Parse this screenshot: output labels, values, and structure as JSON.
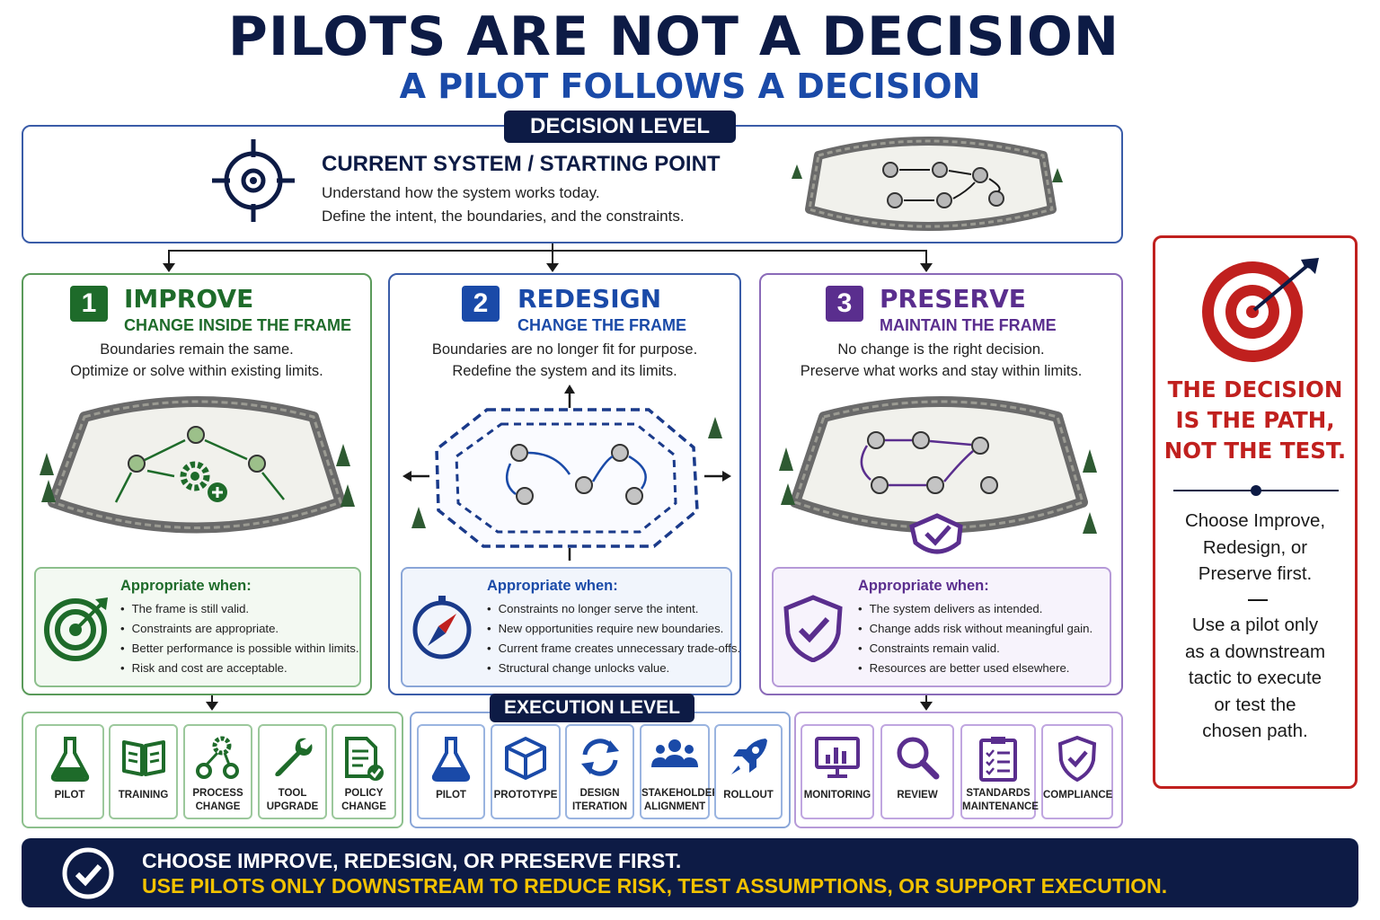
{
  "header": {
    "title": "PILOTS ARE NOT A DECISION",
    "subtitle": "A PILOT FOLLOWS A DECISION"
  },
  "decision_level": {
    "tag": "DECISION LEVEL",
    "title": "CURRENT SYSTEM / STARTING POINT",
    "line1": "Understand how the system works today.",
    "line2": "Define the intent, the boundaries, and the constraints."
  },
  "options": [
    {
      "number": "1",
      "title": "IMPROVE",
      "subtitle": "CHANGE INSIDE THE FRAME",
      "desc1": "Boundaries remain the same.",
      "desc2": "Optimize or solve within existing limits.",
      "appropriate_title": "Appropriate when:",
      "bullets": [
        "The frame is still valid.",
        "Constraints are appropriate.",
        "Better performance is possible within limits.",
        "Risk and cost are acceptable."
      ]
    },
    {
      "number": "2",
      "title": "REDESIGN",
      "subtitle": "CHANGE THE FRAME",
      "desc1": "Boundaries are no longer fit for purpose.",
      "desc2": "Redefine the system and its limits.",
      "appropriate_title": "Appropriate when:",
      "bullets": [
        "Constraints no longer serve the intent.",
        "New opportunities require new boundaries.",
        "Current frame creates unnecessary trade-offs.",
        "Structural change unlocks value."
      ]
    },
    {
      "number": "3",
      "title": "PRESERVE",
      "subtitle": "MAINTAIN THE FRAME",
      "desc1": "No change is the right decision.",
      "desc2": "Preserve what works and stay within limits.",
      "appropriate_title": "Appropriate when:",
      "bullets": [
        "The system delivers as intended.",
        "Change adds risk without meaningful gain.",
        "Constraints remain valid.",
        "Resources are better used elsewhere."
      ]
    }
  ],
  "execution_level": {
    "tag": "EXECUTION LEVEL",
    "improve": [
      {
        "l1": "PILOT",
        "l2": "",
        "icon": "flask-icon"
      },
      {
        "l1": "TRAINING",
        "l2": "",
        "icon": "book-icon"
      },
      {
        "l1": "PROCESS",
        "l2": "CHANGE",
        "icon": "gears-icon"
      },
      {
        "l1": "TOOL",
        "l2": "UPGRADE",
        "icon": "wrench-icon"
      },
      {
        "l1": "POLICY",
        "l2": "CHANGE",
        "icon": "document-check-icon"
      }
    ],
    "redesign": [
      {
        "l1": "PILOT",
        "l2": "",
        "icon": "flask-icon"
      },
      {
        "l1": "PROTOTYPE",
        "l2": "",
        "icon": "cube-icon"
      },
      {
        "l1": "DESIGN",
        "l2": "ITERATION",
        "icon": "cycle-icon"
      },
      {
        "l1": "STAKEHOLDER",
        "l2": "ALIGNMENT",
        "icon": "people-icon"
      },
      {
        "l1": "ROLLOUT",
        "l2": "",
        "icon": "rocket-icon"
      }
    ],
    "preserve": [
      {
        "l1": "MONITORING",
        "l2": "",
        "icon": "monitor-chart-icon"
      },
      {
        "l1": "REVIEW",
        "l2": "",
        "icon": "magnifier-icon"
      },
      {
        "l1": "STANDARDS",
        "l2": "MAINTENANCE",
        "icon": "clipboard-icon"
      },
      {
        "l1": "COMPLIANCE",
        "l2": "",
        "icon": "shield-check-icon"
      }
    ]
  },
  "sidebar": {
    "head1": "THE DECISION",
    "head2": "IS THE PATH,",
    "head3": "NOT THE TEST.",
    "p1": [
      "Choose Improve,",
      "Redesign, or",
      "Preserve first."
    ],
    "p2": [
      "Use a pilot only",
      "as a downstream",
      "tactic to execute",
      "or test the",
      "chosen path."
    ]
  },
  "banner": {
    "line1": "CHOOSE IMPROVE, REDESIGN, OR PRESERVE FIRST.",
    "line2": "USE PILOTS ONLY DOWNSTREAM TO REDUCE RISK, TEST ASSUMPTIONS, OR SUPPORT EXECUTION."
  },
  "colors": {
    "navy": "#0d1b45",
    "green": "#1e6b2a",
    "blue": "#1a4aa8",
    "purple": "#5a2e8e",
    "red": "#c0201e",
    "yellow": "#f2c200"
  }
}
